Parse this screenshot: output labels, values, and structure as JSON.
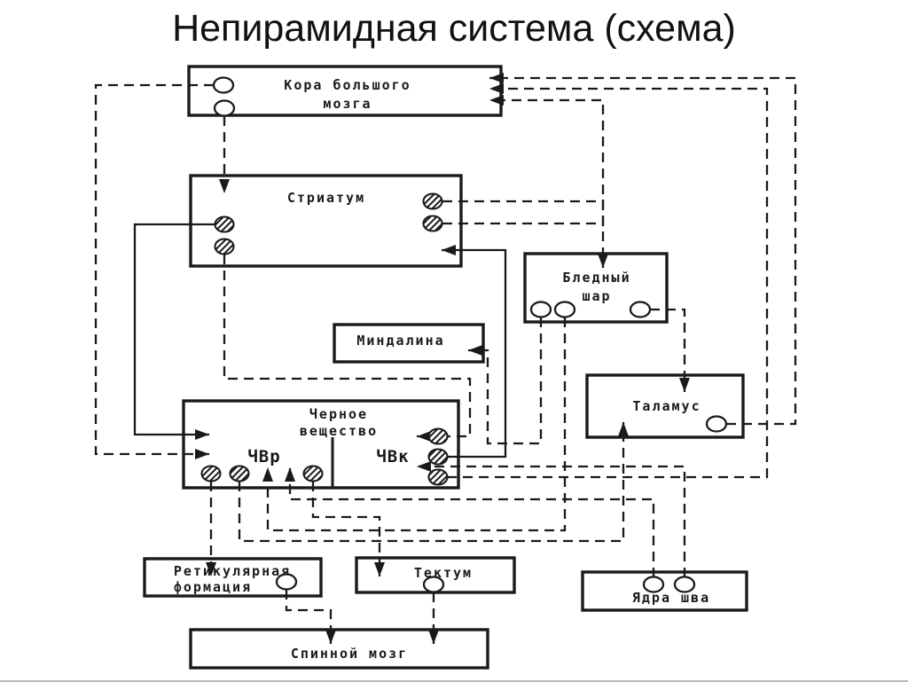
{
  "title": "Непирамидная система (схема)",
  "diagram": {
    "nodes": {
      "cortex": {
        "line1": "Кора большого",
        "line2": "мозга"
      },
      "striatum": {
        "line1": "Стриатум"
      },
      "pallidum": {
        "line1": "Бледный",
        "line2": "шар"
      },
      "amygdala": {
        "line1": "Миндалина"
      },
      "thalamus": {
        "line1": "Таламус"
      },
      "nigra": {
        "line1": "Черное",
        "line2": "вещество",
        "left": "ЧВр",
        "right": "ЧВк"
      },
      "reticular": {
        "line1": "Ретикулярная",
        "line2": "формация"
      },
      "tectum": {
        "line1": "Тектум"
      },
      "raphe": {
        "line1": "Ядра шва"
      },
      "spinal": {
        "line1": "Спинной мозг"
      }
    },
    "colors": {
      "ink": "#1a1a1a",
      "background": "#ffffff"
    }
  }
}
